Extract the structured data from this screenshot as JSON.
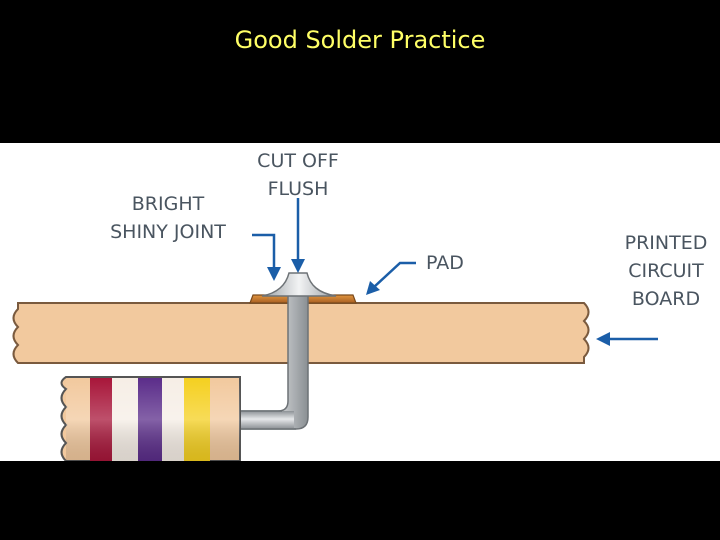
{
  "slide": {
    "title": "Good Solder Practice"
  },
  "diagram": {
    "labels": {
      "cut_off_line1": "CUT OFF",
      "cut_off_line2": "FLUSH",
      "bright_line1": "BRIGHT",
      "bright_line2": "SHINY JOINT",
      "pad": "PAD",
      "pcb_line1": "PRINTED",
      "pcb_line2": "CIRCUIT",
      "pcb_line3": "BOARD"
    },
    "colors": {
      "background": "#ffffff",
      "board": "#f2c99e",
      "board_edge": "#7a5a3e",
      "pad": "#c97a32",
      "lead": "#bfc3c6",
      "resistor_body": "#f2c99e",
      "band_1": "#a8163a",
      "band_2": "#5b2d8a",
      "band_3": "#f5d020",
      "arrow": "#1b5ea8"
    }
  }
}
